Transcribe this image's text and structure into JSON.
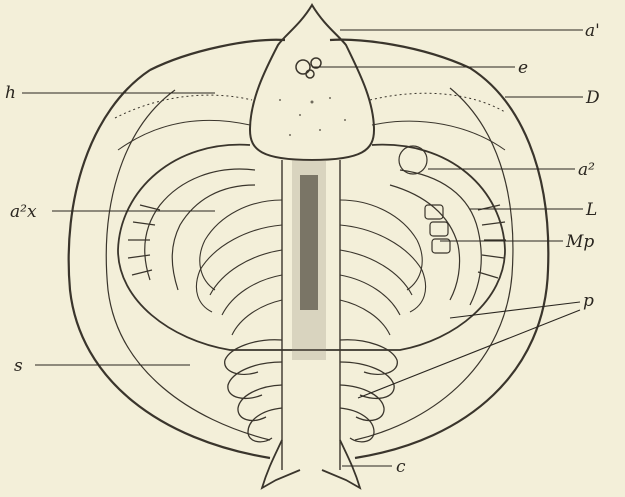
{
  "labels": {
    "a1": "a'",
    "e": "e",
    "h": "h",
    "D": "D",
    "a2": "a²",
    "a2x": "a²x",
    "L": "L",
    "Mp": "Mp",
    "p": "p",
    "s": "s",
    "c": "c"
  },
  "colors": {
    "paper": "#f3efd9",
    "ink": "#3a352c",
    "shade": "#8a8474"
  }
}
